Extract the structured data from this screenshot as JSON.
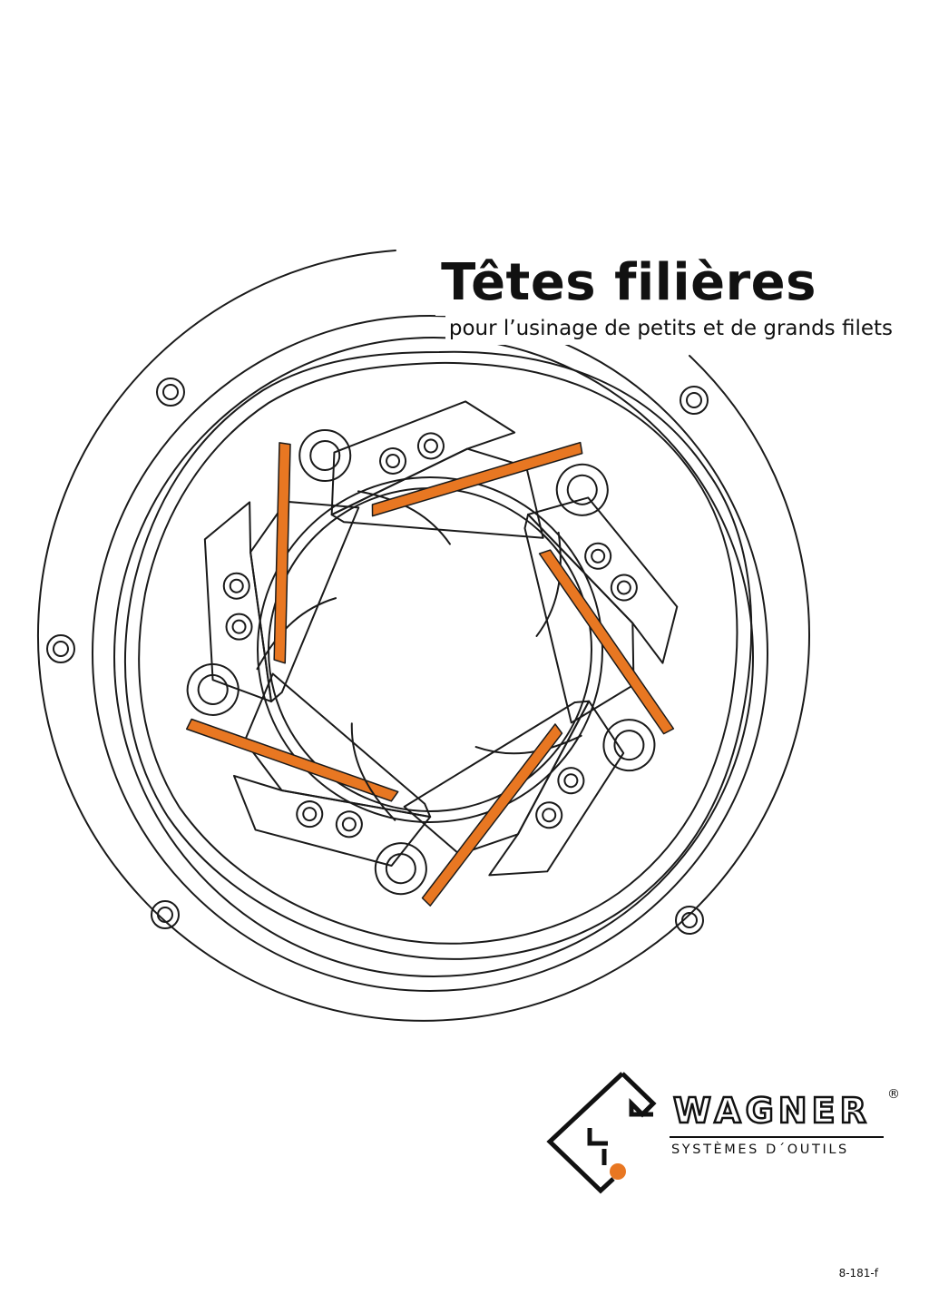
{
  "title": "Têtes filières",
  "subtitle": "pour l’usinage de petits et de grands filets",
  "brand": {
    "name": "WAGNER",
    "registered": "®",
    "tagline": "SYSTÈMES D´OUTILS",
    "accent_color": "#e87722"
  },
  "illustration": {
    "subject": "thread-die-head-icon",
    "line_color": "#1a1a1a",
    "chaser_color": "#e87722",
    "chaser_count": 5
  },
  "document_code": "8-181-f"
}
